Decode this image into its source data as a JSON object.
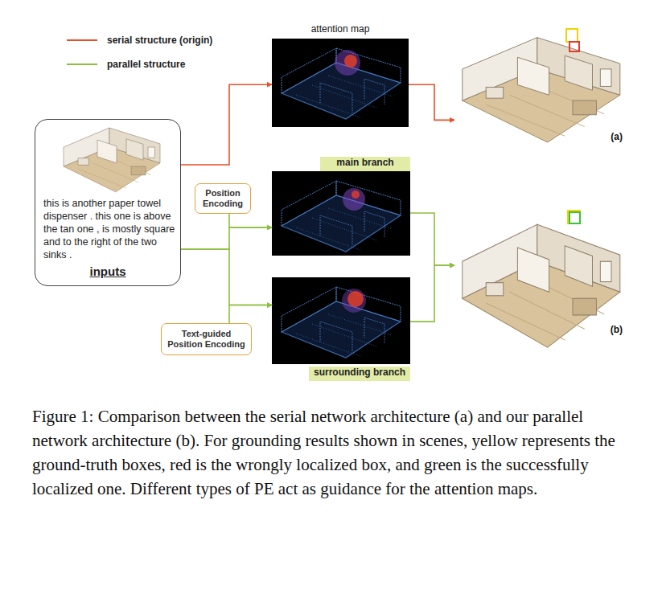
{
  "diagram": {
    "caption": "Figure 1: Comparison between the serial network architecture (a) and our parallel network architecture (b). For grounding results shown in scenes, yellow represents the ground-truth boxes, red is the wrongly localized box, and green is the successfully localized one. Different types of PE act as guidance for the attention maps.",
    "nodes": [
      {
        "text": [
          "this is another paper towel dispenser . this one is above the tan one , is mostly square and to the right of the two sinks .",
          "inputs"
        ]
      },
      {
        "text": [
          "attention map"
        ]
      },
      {
        "text": [
          "Position Encoding"
        ]
      },
      {
        "text": [
          "main branch"
        ]
      },
      {
        "text": [
          "Text-guided Position Encoding"
        ]
      },
      {
        "text": [
          "surrounding branch"
        ]
      },
      {
        "text": [
          "(a)"
        ]
      },
      {
        "text": [
          "(b)"
        ]
      }
    ],
    "edges": [
      {
        "from": 0,
        "to": 1,
        "arrow": "to"
      },
      {
        "from": 1,
        "to": 6,
        "arrow": "to"
      },
      {
        "from": 0,
        "to": 3,
        "arrow": "to"
      },
      {
        "from": 0,
        "to": 5,
        "arrow": "to"
      },
      {
        "from": 2,
        "to": 3,
        "arrow": "to"
      },
      {
        "from": 4,
        "to": 5,
        "arrow": "to"
      },
      {
        "from": 3,
        "to": 7,
        "arrow": "to"
      },
      {
        "from": 5,
        "to": 7,
        "arrow": "to"
      }
    ],
    "legend": [
      {
        "text": "serial structure (origin)"
      },
      {
        "text": "parallel structure"
      }
    ]
  }
}
